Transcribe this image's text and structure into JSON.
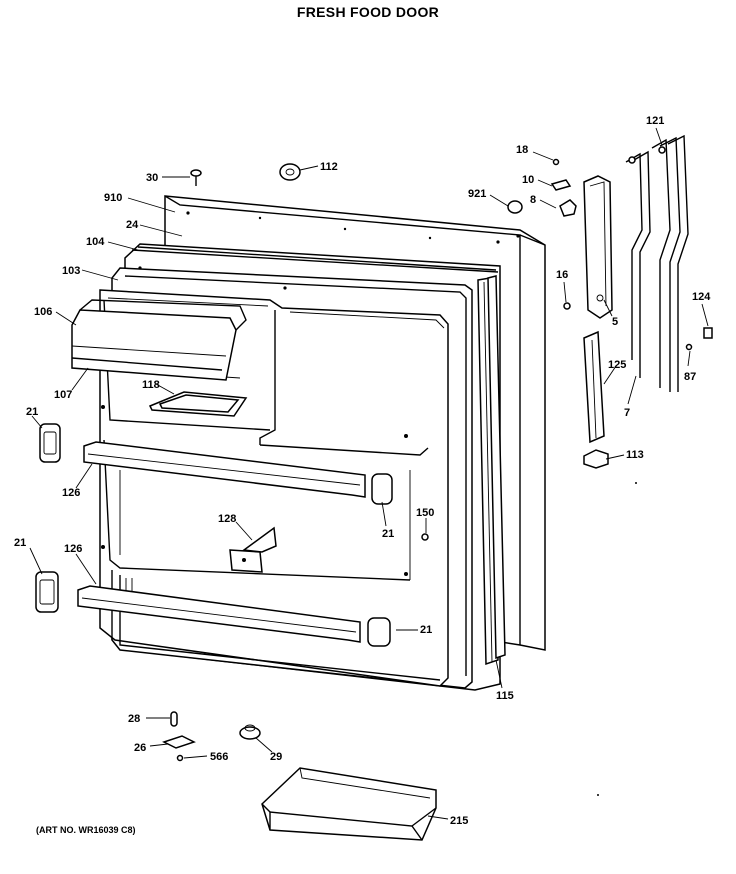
{
  "title": "FRESH FOOD DOOR",
  "art_number": "(ART NO. WR16039 C8)",
  "callouts": [
    {
      "id": "c30",
      "text": "30"
    },
    {
      "id": "c112",
      "text": "112"
    },
    {
      "id": "c910",
      "text": "910"
    },
    {
      "id": "c24",
      "text": "24"
    },
    {
      "id": "c104",
      "text": "104"
    },
    {
      "id": "c103",
      "text": "103"
    },
    {
      "id": "c106",
      "text": "106"
    },
    {
      "id": "c107",
      "text": "107"
    },
    {
      "id": "c118",
      "text": "118"
    },
    {
      "id": "c21a",
      "text": "21"
    },
    {
      "id": "c126a",
      "text": "126"
    },
    {
      "id": "c21b",
      "text": "21"
    },
    {
      "id": "c128",
      "text": "128"
    },
    {
      "id": "c150",
      "text": "150"
    },
    {
      "id": "c21c",
      "text": "21"
    },
    {
      "id": "c126b",
      "text": "126"
    },
    {
      "id": "c21d",
      "text": "21"
    },
    {
      "id": "c115",
      "text": "115"
    },
    {
      "id": "c18",
      "text": "18"
    },
    {
      "id": "c10",
      "text": "10"
    },
    {
      "id": "c921",
      "text": "921"
    },
    {
      "id": "c8",
      "text": "8"
    },
    {
      "id": "c16",
      "text": "16"
    },
    {
      "id": "c5",
      "text": "5"
    },
    {
      "id": "c121",
      "text": "121"
    },
    {
      "id": "c124",
      "text": "124"
    },
    {
      "id": "c125",
      "text": "125"
    },
    {
      "id": "c87",
      "text": "87"
    },
    {
      "id": "c7",
      "text": "7"
    },
    {
      "id": "c113",
      "text": "113"
    },
    {
      "id": "c28",
      "text": "28"
    },
    {
      "id": "c26",
      "text": "26"
    },
    {
      "id": "c566",
      "text": "566"
    },
    {
      "id": "c29",
      "text": "29"
    },
    {
      "id": "c215",
      "text": "215"
    }
  ]
}
